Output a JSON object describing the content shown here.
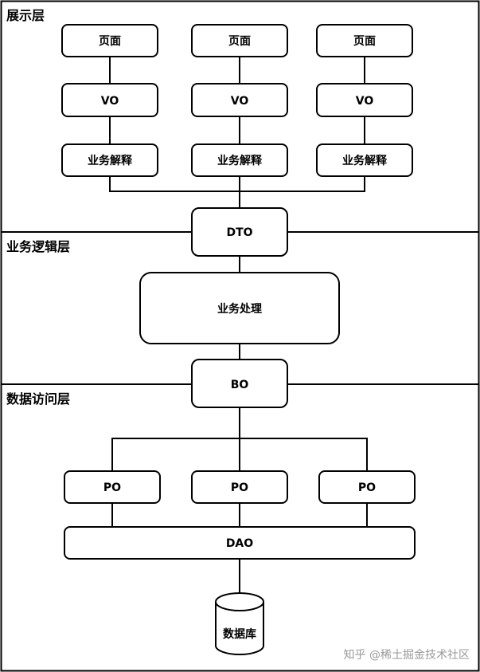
{
  "layers": {
    "presentation": "展示层",
    "business": "业务逻辑层",
    "data_access": "数据访问层"
  },
  "presentation": {
    "pages": [
      "页面",
      "页面",
      "页面"
    ],
    "vos": [
      "VO",
      "VO",
      "VO"
    ],
    "interpreters": [
      "业务解释",
      "业务解释",
      "业务解释"
    ]
  },
  "dto": "DTO",
  "business_process": "业务处理",
  "bo": "BO",
  "data_access": {
    "pos": [
      "PO",
      "PO",
      "PO"
    ],
    "dao": "DAO",
    "database": "数据库"
  },
  "watermark": "知乎 @稀土掘金技术社区"
}
